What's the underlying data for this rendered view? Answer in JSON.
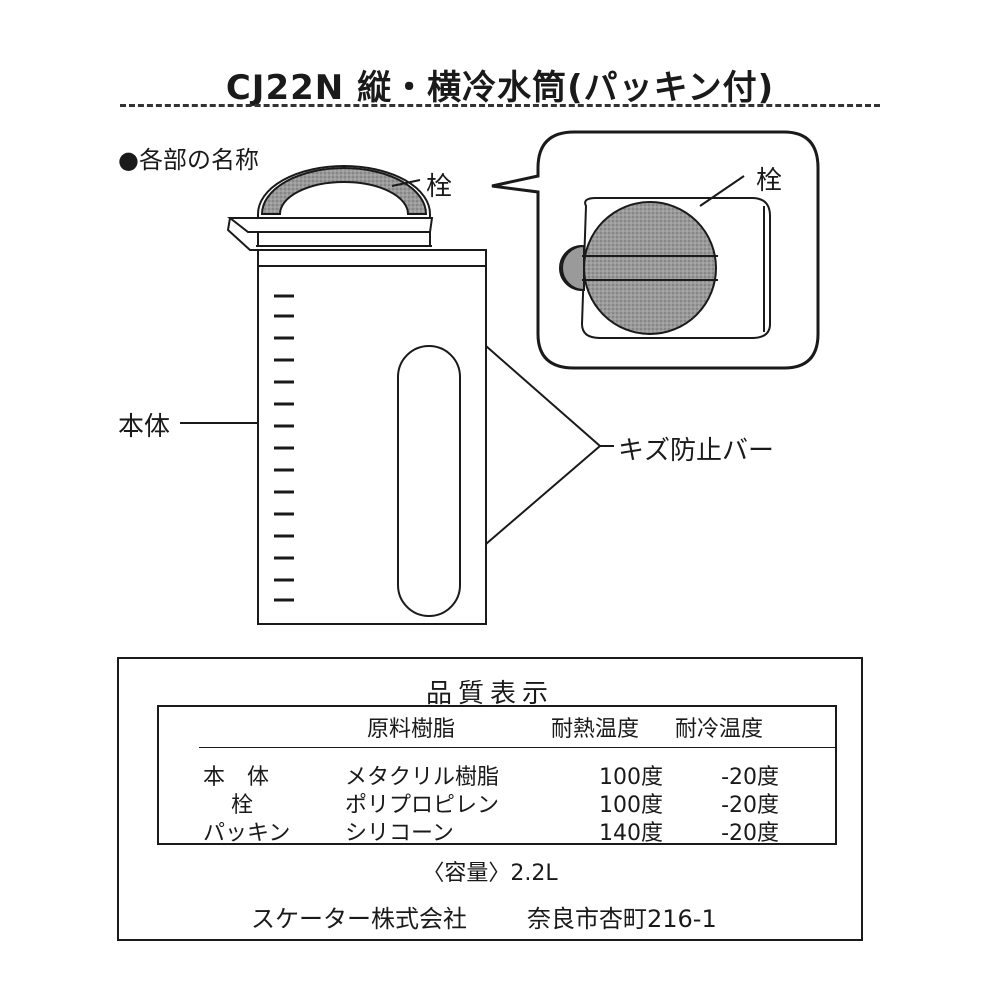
{
  "header": {
    "title": "CJ22N 縦・横冷水筒(パッキン付)"
  },
  "parts": {
    "section_title": "●各部の名称",
    "stopper_label": "栓",
    "stopper_label_detail": "栓",
    "body_label": "本体",
    "bar_label": "キズ防止バー"
  },
  "quality": {
    "heading": "品質表示",
    "columns": [
      "原料樹脂",
      "耐熱温度",
      "耐冷温度"
    ],
    "rows": [
      {
        "part": "本　体",
        "material": "メタクリル樹脂",
        "heat": "100度",
        "cold": "-20度"
      },
      {
        "part": "栓",
        "material": "ポリプロピレン",
        "heat": "100度",
        "cold": "-20度"
      },
      {
        "part": "パッキン",
        "material": "シリコーン",
        "heat": "140度",
        "cold": "-20度"
      }
    ],
    "capacity": "〈容量〉2.2L",
    "maker": "スケーター株式会社",
    "address": "奈良市杏町216-1"
  }
}
